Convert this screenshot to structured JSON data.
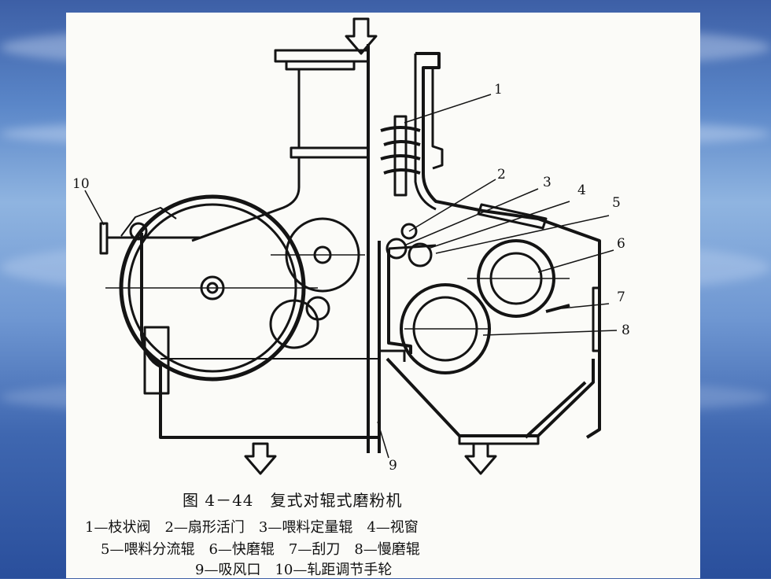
{
  "figure": {
    "title": "图 4－44　复式对辊式磨粉机",
    "legend_lines": [
      "1—枝状阀　2—扇形活门　3—喂料定量辊　4—视窗",
      "5—喂料分流辊　6—快磨辊　7—刮刀　8—慢磨辊",
      "9—吸风口　10—轧距调节手轮"
    ],
    "callouts": [
      "1",
      "2",
      "3",
      "4",
      "5",
      "6",
      "7",
      "8",
      "9",
      "10"
    ]
  },
  "colors": {
    "ink": "#141414",
    "paper": "#fbfbf8",
    "background": "#4a74bc"
  }
}
